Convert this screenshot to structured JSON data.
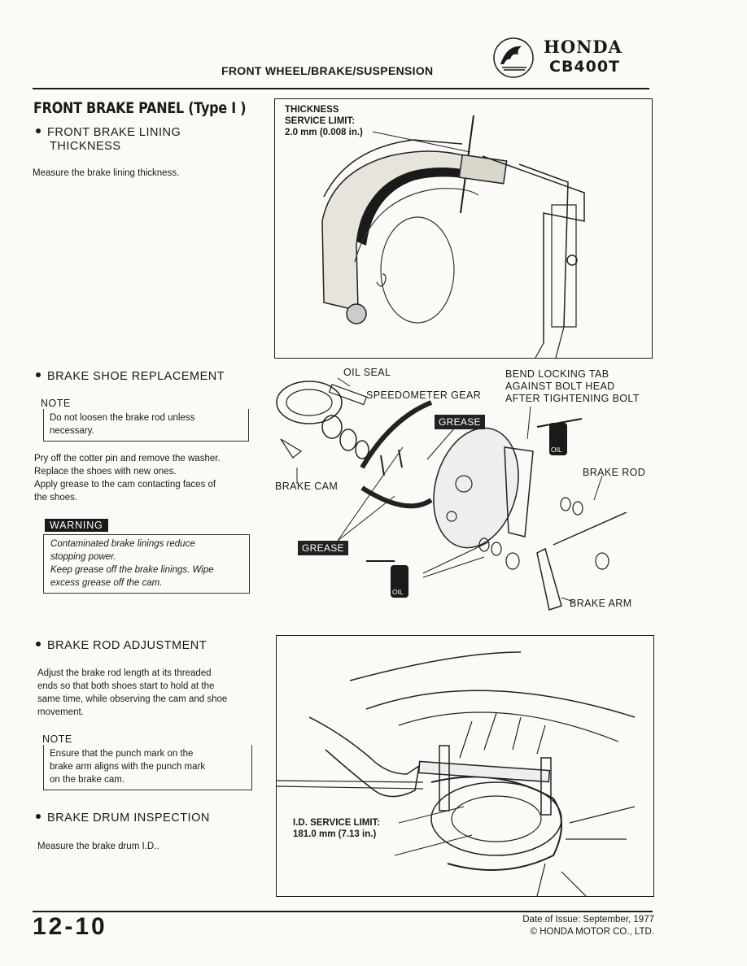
{
  "header": {
    "section": "FRONT WHEEL/BRAKE/SUSPENSION",
    "brand": "HONDA",
    "model": "CB400T"
  },
  "title": "FRONT BRAKE PANEL (Type I )",
  "lining": {
    "heading_line1": "FRONT BRAKE LINING",
    "heading_line2": "THICKNESS",
    "text": "Measure the brake lining thickness."
  },
  "shoe": {
    "heading": "BRAKE SHOE REPLACEMENT",
    "note_label": "NOTE",
    "note_line1": "Do not loosen the brake rod unless",
    "note_line2": "necessary.",
    "text_line1": "Pry off the cotter pin and remove the washer.",
    "text_line2": "Replace the shoes with new ones.",
    "text_line3": "Apply grease to the cam contacting faces of",
    "text_line4": "the shoes.",
    "warning_label": "WARNING",
    "warning_line1": "Contaminated brake linings reduce",
    "warning_line2": "stopping power.",
    "warning_line3": "Keep grease off the brake linings. Wipe",
    "warning_line4": "excess grease off the cam."
  },
  "rod": {
    "heading": "BRAKE ROD ADJUSTMENT",
    "text_line1": "Adjust the brake rod length at its threaded",
    "text_line2": "ends so that both shoes start to hold at the",
    "text_line3": "same time, while observing the cam and shoe",
    "text_line4": "movement.",
    "note_label": "NOTE",
    "note_line1": "Ensure that the punch mark on the",
    "note_line2": "brake arm aligns with the punch mark",
    "note_line3": "on the brake cam."
  },
  "drum": {
    "heading": "BRAKE DRUM INSPECTION",
    "text": "Measure the brake drum I.D.."
  },
  "fig1": {
    "line1": "THICKNESS",
    "line2": "SERVICE LIMIT:",
    "line3": "2.0 mm (0.008 in.)"
  },
  "fig2": {
    "oil_seal": "OIL SEAL",
    "speedometer_gear": "SPEEDOMETER GEAR",
    "bend_tab_line1": "BEND LOCKING TAB",
    "bend_tab_line2": "AGAINST BOLT HEAD",
    "bend_tab_line3": "AFTER TIGHTENING BOLT",
    "grease": "GREASE",
    "brake_cam": "BRAKE CAM",
    "brake_rod": "BRAKE ROD",
    "brake_arm": "BRAKE ARM",
    "oil": "OIL"
  },
  "fig3": {
    "line1": "I.D. SERVICE LIMIT:",
    "line2": "181.0 mm (7.13 in.)"
  },
  "footer": {
    "page": "12-10",
    "issue": "Date of Issue: September, 1977",
    "copyright": "© HONDA MOTOR CO., LTD."
  }
}
